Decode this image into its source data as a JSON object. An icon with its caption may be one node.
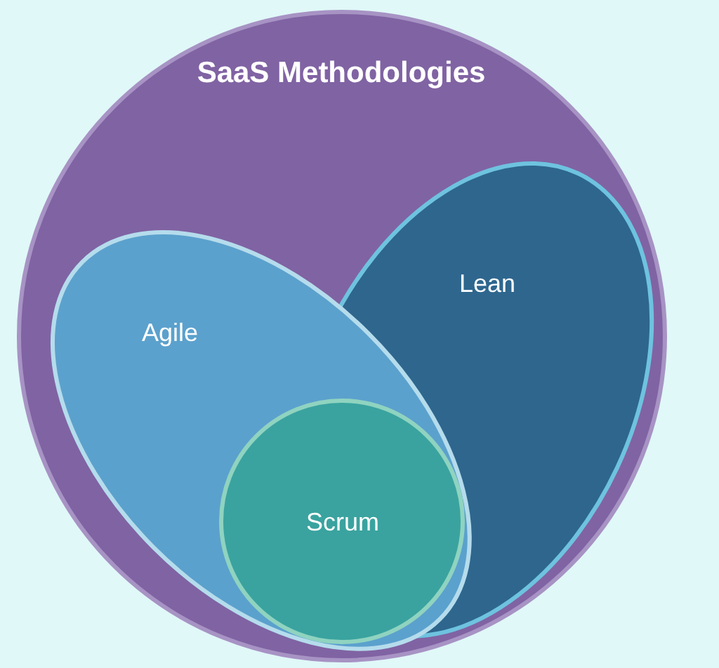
{
  "diagram": {
    "nodes": [
      {
        "text": [
          "SaaS Methodologies"
        ]
      },
      {
        "text": [
          "Lean"
        ],
        "in": 0
      },
      {
        "text": [
          "Agile"
        ],
        "in": 0
      },
      {
        "text": [
          "Scrum"
        ],
        "in": 2
      }
    ]
  }
}
